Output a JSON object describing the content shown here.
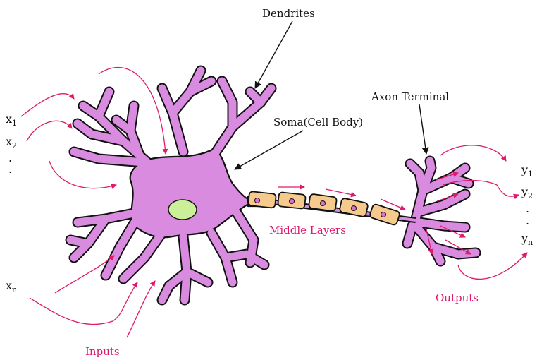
{
  "labels": {
    "dendrites": "Dendrites",
    "axon_terminal": "Axon Terminal",
    "soma": "Soma(Cell Body)",
    "middle_layers": "Middle Layers",
    "inputs": "Inputs",
    "outputs": "Outputs"
  },
  "inputs": {
    "x1_base": "x",
    "x1_sub": "1",
    "x2_base": "x",
    "x2_sub": "2",
    "dot1": ".",
    "dot2": ".",
    "xn_base": "x",
    "xn_sub": "n"
  },
  "outputs": {
    "y1_base": "y",
    "y1_sub": "1",
    "y2_base": "y",
    "y2_sub": "2",
    "dot1": ".",
    "dot2": ".",
    "yn_base": "y",
    "yn_sub": "n"
  },
  "colors": {
    "cell_body": "#d98be0",
    "nucleus": "#ccf09a",
    "myelin": "#f6c98d",
    "arrow_accent": "#e0196a",
    "outline": "#111111"
  }
}
